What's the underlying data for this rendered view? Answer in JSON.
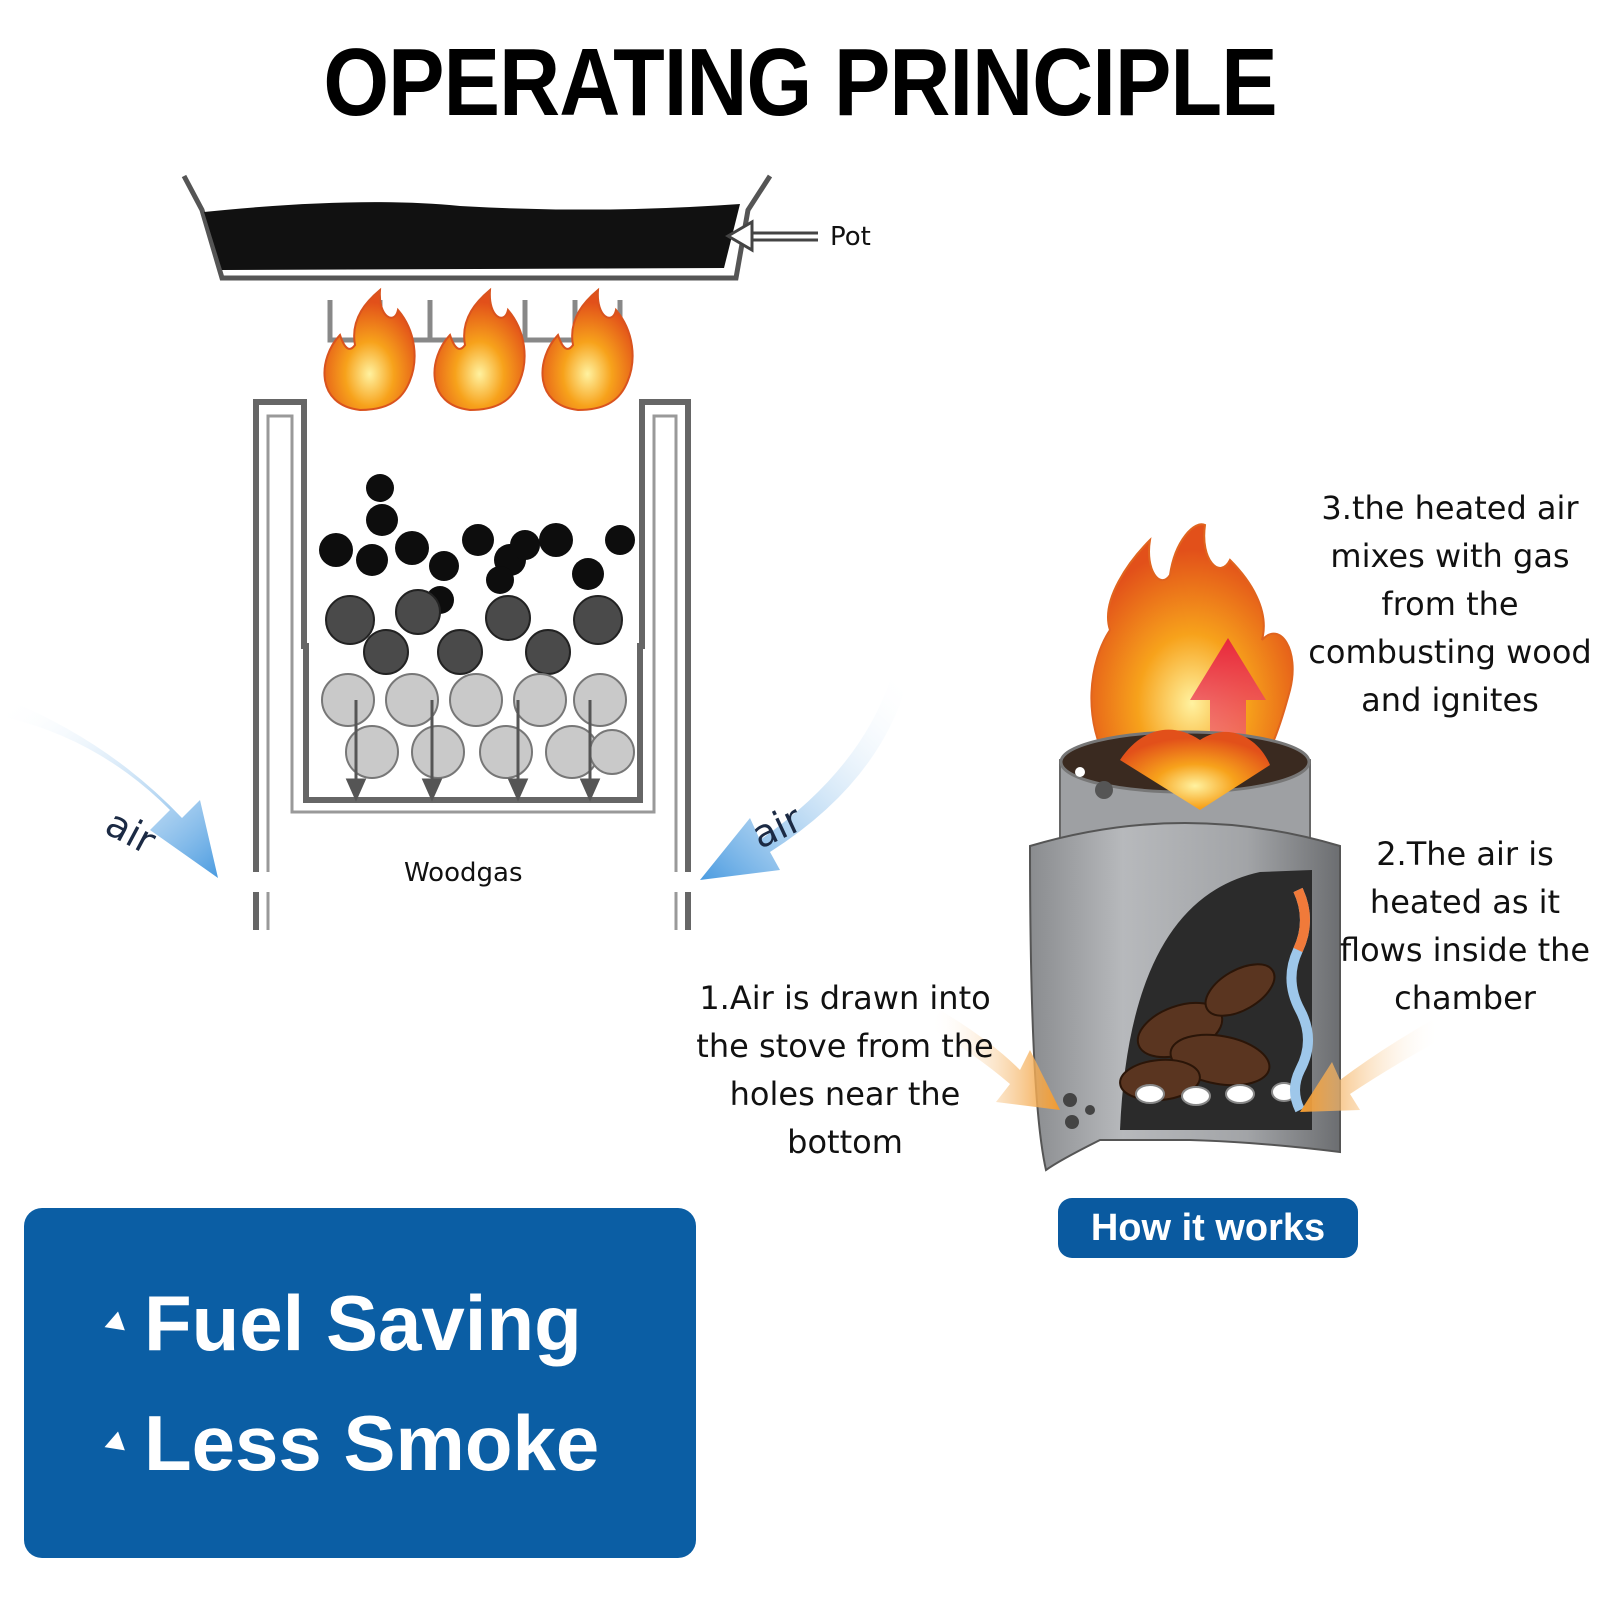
{
  "title": "OPERATING PRINCIPLE",
  "diagram": {
    "pot_label": "Pot",
    "woodgas_label": "Woodgas",
    "air_left": "air",
    "air_right": "air"
  },
  "stove": {
    "step1": "1.Air is drawn into the stove from the holes near the bottom",
    "step2": "2.The air is heated as it flows inside the chamber",
    "step3": "3.the heated air mixes with gas from the combusting wood and ignites",
    "badge": "How it works"
  },
  "benefits": [
    "Fuel Saving",
    "Less Smoke"
  ],
  "colors": {
    "badge_blue": "#0a5aa0",
    "panel_blue": "#0b5ea4",
    "flame_orange": "#f7931e",
    "air_blue": "#5aa9e6",
    "air_orange": "#f4a340"
  }
}
